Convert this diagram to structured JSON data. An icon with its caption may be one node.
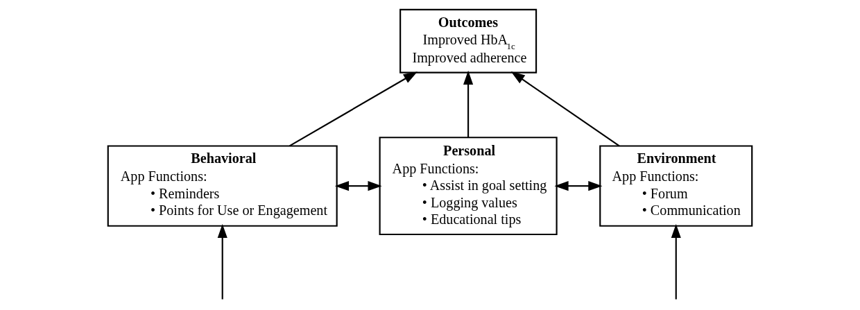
{
  "diagram": {
    "nodes": [
      {
        "text": [
          "Outcomes",
          "Improved HbA$_{1c}$",
          "Improved adherence"
        ]
      },
      {
        "text": [
          "Behavioral",
          "App Functions:",
          "• Reminders",
          "• Points for Use or Engagement"
        ]
      },
      {
        "text": [
          "Personal",
          "App Functions:",
          "• Assist in goal setting",
          "• Logging values",
          "• Educational tips"
        ]
      },
      {
        "text": [
          "Environment",
          "App Functions:",
          "• Forum",
          "• Communication"
        ]
      }
    ],
    "edges": [
      {
        "from": 1,
        "to": 0,
        "arrow": "to"
      },
      {
        "from": 2,
        "to": 0,
        "arrow": "to"
      },
      {
        "from": 3,
        "to": 0,
        "arrow": "to"
      },
      {
        "from": 1,
        "to": 2,
        "arrow": "both"
      },
      {
        "from": 2,
        "to": 3,
        "arrow": "both"
      },
      {
        "from": null,
        "to": 1,
        "arrow": "to"
      },
      {
        "from": null,
        "to": 3,
        "arrow": "to"
      }
    ]
  }
}
